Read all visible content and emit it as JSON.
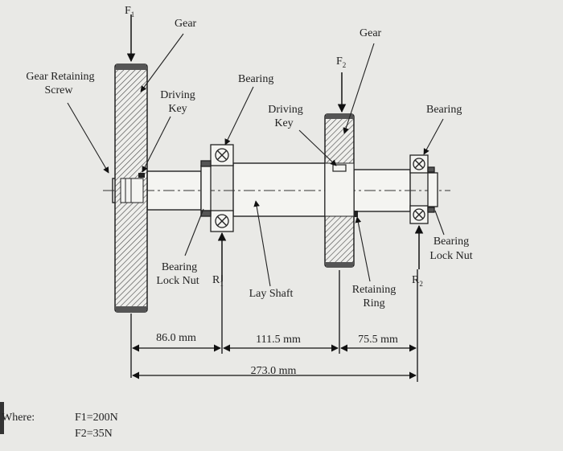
{
  "labels": {
    "force1": "F",
    "force1_sub": "1",
    "gear_left": "Gear",
    "gear_right": "Gear",
    "force2": "F",
    "force2_sub": "2",
    "gear_retaining_screw_line1": "Gear Retaining",
    "gear_retaining_screw_line2": "Screw",
    "bearing_top": "Bearing",
    "bearing_right": "Bearing",
    "driving_key_left_line1": "Driving",
    "driving_key_left_line2": "Key",
    "driving_key_right_line1": "Driving",
    "driving_key_right_line2": "Key",
    "bearing_lock_nut_left_line1": "Bearing",
    "bearing_lock_nut_left_line2": "Lock Nut",
    "bearing_lock_nut_right_line1": "Bearing",
    "bearing_lock_nut_right_line2": "Lock Nut",
    "reaction1": "R",
    "reaction1_sub": "1",
    "reaction2": "R",
    "reaction2_sub": "2",
    "lay_shaft": "Lay Shaft",
    "retaining_ring_line1": "Retaining",
    "retaining_ring_line2": "Ring"
  },
  "dimensions": {
    "d1": "86.0 mm",
    "d2": "111.5 mm",
    "d3": "75.5 mm",
    "total": "273.0 mm"
  },
  "given": {
    "where_label": "Where:",
    "f1": "F1=200N",
    "f2": "F2=35N"
  }
}
